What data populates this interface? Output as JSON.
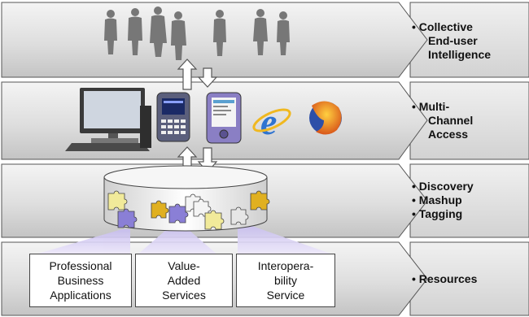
{
  "layers": [
    {
      "id": "intelligence",
      "lines": [
        "• Collective",
        "End-user",
        "Intelligence"
      ]
    },
    {
      "id": "access",
      "lines": [
        "• Multi-",
        "Channel",
        "Access"
      ]
    },
    {
      "id": "discovery",
      "lines": [
        "• Discovery",
        "• Mashup",
        "• Tagging"
      ]
    },
    {
      "id": "resources",
      "lines": [
        "• Resources"
      ]
    }
  ],
  "resources": [
    {
      "lines": [
        "Professional",
        "Business",
        "Applications"
      ]
    },
    {
      "lines": [
        "Value-",
        "Added",
        "Services"
      ]
    },
    {
      "lines": [
        "Interopera-",
        "bility",
        "Service"
      ]
    }
  ],
  "colors": {
    "band_top": "#e6e6e6",
    "band_mid": "#c8c8c8",
    "band_bottom": "#d0d0d0",
    "side_panel": "#dcdcdc",
    "people": "#7a7a7a",
    "puzzle_purple": "#8a7fd6",
    "puzzle_yellow": "#e0b020",
    "puzzle_light": "#f1ea9a",
    "beam": "#d9d2f3"
  }
}
